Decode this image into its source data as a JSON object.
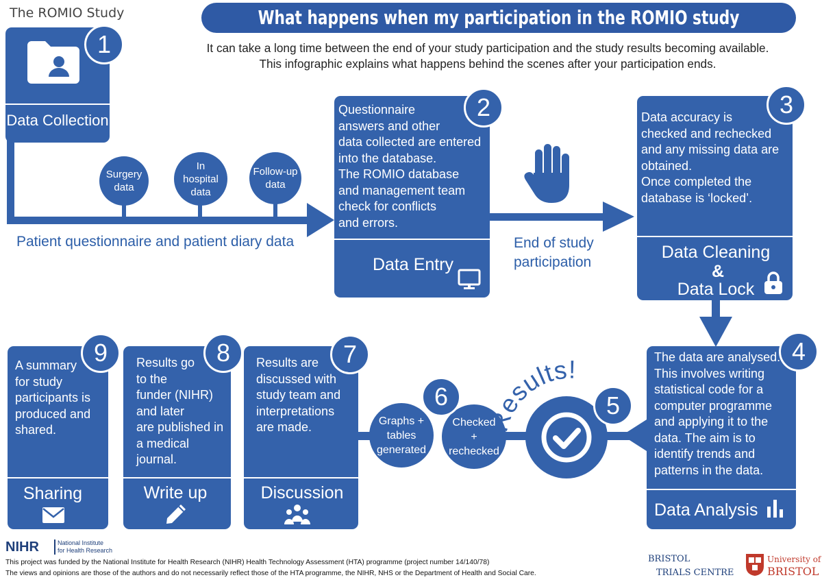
{
  "logo": {
    "text": "The ROMIO Study"
  },
  "title": "What happens when my participation in the ROMIO study ends?",
  "subtitle": {
    "line1": "It can take a long time between the end of your study participation and the study results becoming available.",
    "line2": "This infographic explains what happens behind the scenes after your participation ends."
  },
  "colors": {
    "primary": "#3462ab",
    "text": "#ffffff",
    "note": "#2c5ea8"
  },
  "steps": {
    "s1": {
      "number": "1",
      "label": "Data Collection",
      "icon": "user-folder-icon"
    },
    "s2": {
      "number": "2",
      "body": [
        "Questionnaire",
        "answers and other",
        "data collected are entered",
        "into the database.",
        "The ROMIO database",
        "and management team",
        "check for conflicts",
        "and errors."
      ],
      "label": "Data Entry",
      "icon": "monitor-icon"
    },
    "s3": {
      "number": "3",
      "body": [
        "Data accuracy is",
        "checked and rechecked",
        "and any missing data are",
        "obtained.",
        "Once completed the",
        "database is ‘locked’."
      ],
      "label_line1": "Data Cleaning",
      "label_line2": "&",
      "label_line3": "Data Lock",
      "icon": "padlock-icon"
    },
    "s4": {
      "number": "4",
      "body": [
        "The data are analysed.",
        "This involves writing",
        "statistical code for a",
        "computer programme",
        "and applying it to the",
        "data. The aim is to",
        "identify trends and",
        "patterns in the data."
      ],
      "label": "Data Analysis",
      "icon": "bar-chart-icon"
    },
    "s5": {
      "number": "5",
      "arc_text": "Results!",
      "icon": "checkmark-icon"
    },
    "s6": {
      "number": "6",
      "circle_a": [
        "Graphs +",
        "tables",
        "generated"
      ],
      "circle_b": [
        "Checked",
        "+",
        "rechecked"
      ]
    },
    "s7": {
      "number": "7",
      "body": [
        "Results are",
        "discussed with",
        "study team and",
        "interpretations",
        "are made."
      ],
      "label": "Discussion",
      "icon": "people-icon"
    },
    "s8": {
      "number": "8",
      "body": [
        "Results go",
        "to the",
        "funder (NIHR)",
        "and later",
        "are published in",
        "a medical",
        "journal."
      ],
      "label": "Write up",
      "icon": "pencil-icon"
    },
    "s9": {
      "number": "9",
      "body": [
        "A summary",
        "for study",
        "participants is",
        "produced and",
        "shared."
      ],
      "label": "Sharing",
      "icon": "envelope-icon"
    }
  },
  "flow": {
    "circles": [
      {
        "lines": [
          "Surgery",
          "data"
        ]
      },
      {
        "lines": [
          "In",
          "hospital",
          "data"
        ]
      },
      {
        "lines": [
          "Follow-up",
          "data"
        ]
      }
    ],
    "collection_caption": "Patient questionnaire and patient diary data",
    "end_caption_1": "End of study",
    "end_caption_2": "participation",
    "stop_icon": "hand-stop-icon"
  },
  "footer": {
    "nihr_logo": "NIHR",
    "nihr_name_1": "National Institute",
    "nihr_name_2": "for Health Research",
    "line1": "This project was funded by the National Institute for Health Research (NIHR) Health Technology Assessment (HTA) programme (project number 14/140/78)",
    "line2": "The views and opinions are those of the authors and do not necessarily reflect those of the HTA programme, the NIHR, NHS or the Department of Health and Social Care.",
    "btc_1": "BRISTOL",
    "btc_2": "TRIALS CENTRE",
    "uob_1": "University of",
    "uob_2": "BRISTOL"
  }
}
